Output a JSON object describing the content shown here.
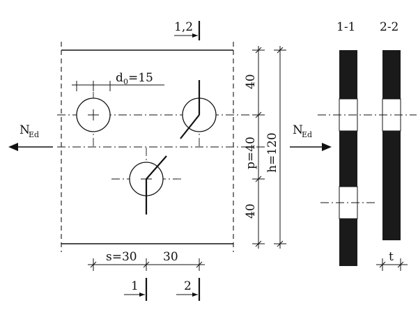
{
  "labels": {
    "section_12": "1,2",
    "section_1": "1",
    "section_2": "2",
    "dim_d0_base": "d",
    "dim_d0_sub": "0",
    "dim_d0_value": "=15",
    "force_left_base": "N",
    "force_left_sub": "Ed",
    "force_right_base": "N",
    "force_right_sub": "Ed",
    "dim_40_top": "40",
    "dim_p": "p=40",
    "dim_40_bottom": "40",
    "dim_h": "h=120",
    "dim_s": "s=30",
    "dim_30": "30",
    "section_view_11": "1-1",
    "section_view_22": "2-2",
    "thickness": "t"
  },
  "colors": {
    "ink": "#111111",
    "plate_section": "#1a1a1a",
    "background": "#ffffff"
  }
}
